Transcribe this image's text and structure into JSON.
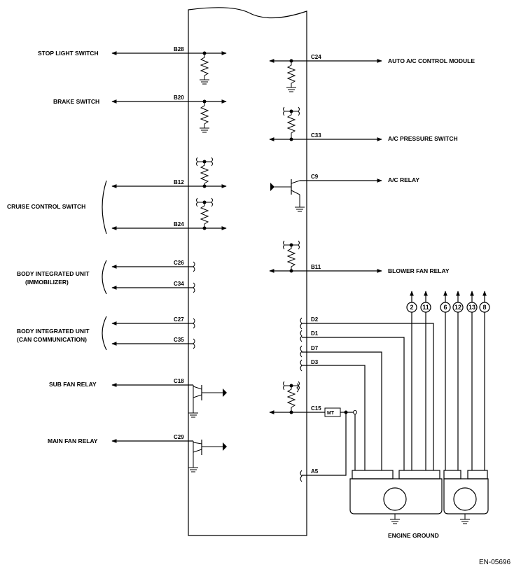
{
  "left_labels": {
    "stop_light_switch": "STOP LIGHT SWITCH",
    "brake_switch": "BRAKE SWITCH",
    "cruise_control_switch": "CRUISE CONTROL SWITCH",
    "body_unit_immobilizer_1": "BODY INTEGRATED UNIT",
    "body_unit_immobilizer_2": "(IMMOBILIZER)",
    "body_unit_can_1": "BODY INTEGRATED UNIT",
    "body_unit_can_2": "(CAN COMMUNICATION)",
    "sub_fan_relay": "SUB FAN RELAY",
    "main_fan_relay": "MAIN FAN RELAY"
  },
  "right_labels": {
    "auto_ac_control_module": "AUTO A/C CONTROL MODULE",
    "ac_pressure_switch": "A/C PRESSURE SWITCH",
    "ac_relay": "A/C RELAY",
    "blower_fan_relay": "BLOWER FAN RELAY",
    "engine_ground": "ENGINE GROUND"
  },
  "pins": {
    "b28": "B28",
    "b20": "B20",
    "b12": "B12",
    "b24": "B24",
    "c26": "C26",
    "c34": "C34",
    "c27": "C27",
    "c35": "C35",
    "c18": "C18",
    "c29": "C29",
    "c24": "C24",
    "c33": "C33",
    "c9": "C9",
    "b11": "B11",
    "d2": "D2",
    "d1": "D1",
    "d7": "D7",
    "d3": "D3",
    "c15": "C15",
    "a5": "A5"
  },
  "mt_box": "MT",
  "connector_numbers": [
    "2",
    "11",
    "6",
    "12",
    "13",
    "8"
  ],
  "figure_code": "EN-05696"
}
